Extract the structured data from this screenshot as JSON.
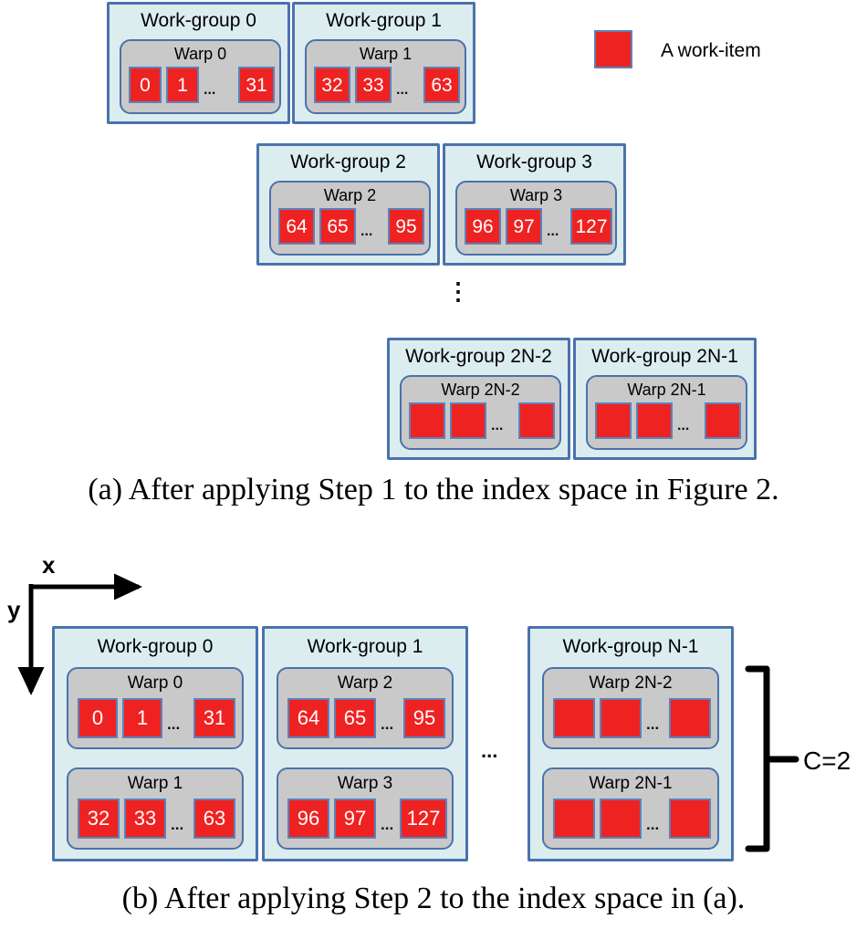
{
  "figure": {
    "legend": {
      "swatch_color": "#ef2222",
      "label": "A work-item"
    },
    "colors": {
      "work_item_fill": "#ef2222",
      "work_item_border": "#5b82bb",
      "work_group_fill": "#dcedef",
      "work_group_border": "#4a72ad",
      "warp_fill": "#c9c9c9",
      "warp_border": "#4a72ad",
      "text": "#000000"
    },
    "ellipsis_h": "...",
    "ellipsis_v": "⋮"
  },
  "panel_a": {
    "caption": "(a) After applying Step 1 to the index space in Figure 2.",
    "work_groups": [
      {
        "title": "Work-group 0",
        "warps": [
          {
            "title": "Warp 0",
            "items": [
              "0",
              "1",
              "31"
            ],
            "dots": "..."
          }
        ]
      },
      {
        "title": "Work-group 1",
        "warps": [
          {
            "title": "Warp 1",
            "items": [
              "32",
              "33",
              "63"
            ],
            "dots": "..."
          }
        ]
      },
      {
        "title": "Work-group 2",
        "warps": [
          {
            "title": "Warp 2",
            "items": [
              "64",
              "65",
              "95"
            ],
            "dots": "..."
          }
        ]
      },
      {
        "title": "Work-group 3",
        "warps": [
          {
            "title": "Warp 3",
            "items": [
              "96",
              "97",
              "127"
            ],
            "dots": "..."
          }
        ]
      },
      {
        "title": "Work-group 2N-2",
        "warps": [
          {
            "title": "Warp 2N-2",
            "items": [
              "",
              "",
              ""
            ],
            "dots": "..."
          }
        ]
      },
      {
        "title": "Work-group 2N-1",
        "warps": [
          {
            "title": "Warp 2N-1",
            "items": [
              "",
              "",
              ""
            ],
            "dots": "..."
          }
        ]
      }
    ]
  },
  "panel_b": {
    "caption": "(b) After applying Step 2 to the index space in (a).",
    "axes": {
      "x_label": "x",
      "y_label": "y"
    },
    "column_ellipsis": "...",
    "bracket_label": "C=2",
    "work_groups": [
      {
        "title": "Work-group 0",
        "warps": [
          {
            "title": "Warp 0",
            "items": [
              "0",
              "1",
              "31"
            ],
            "dots": "..."
          },
          {
            "title": "Warp 1",
            "items": [
              "32",
              "33",
              "63"
            ],
            "dots": "..."
          }
        ]
      },
      {
        "title": "Work-group 1",
        "warps": [
          {
            "title": "Warp 2",
            "items": [
              "64",
              "65",
              "95"
            ],
            "dots": "..."
          },
          {
            "title": "Warp 3",
            "items": [
              "96",
              "97",
              "127"
            ],
            "dots": "..."
          }
        ]
      },
      {
        "title": "Work-group N-1",
        "warps": [
          {
            "title": "Warp 2N-2",
            "items": [
              "",
              "",
              ""
            ],
            "dots": "..."
          },
          {
            "title": "Warp 2N-1",
            "items": [
              "",
              "",
              ""
            ],
            "dots": "..."
          }
        ]
      }
    ]
  }
}
